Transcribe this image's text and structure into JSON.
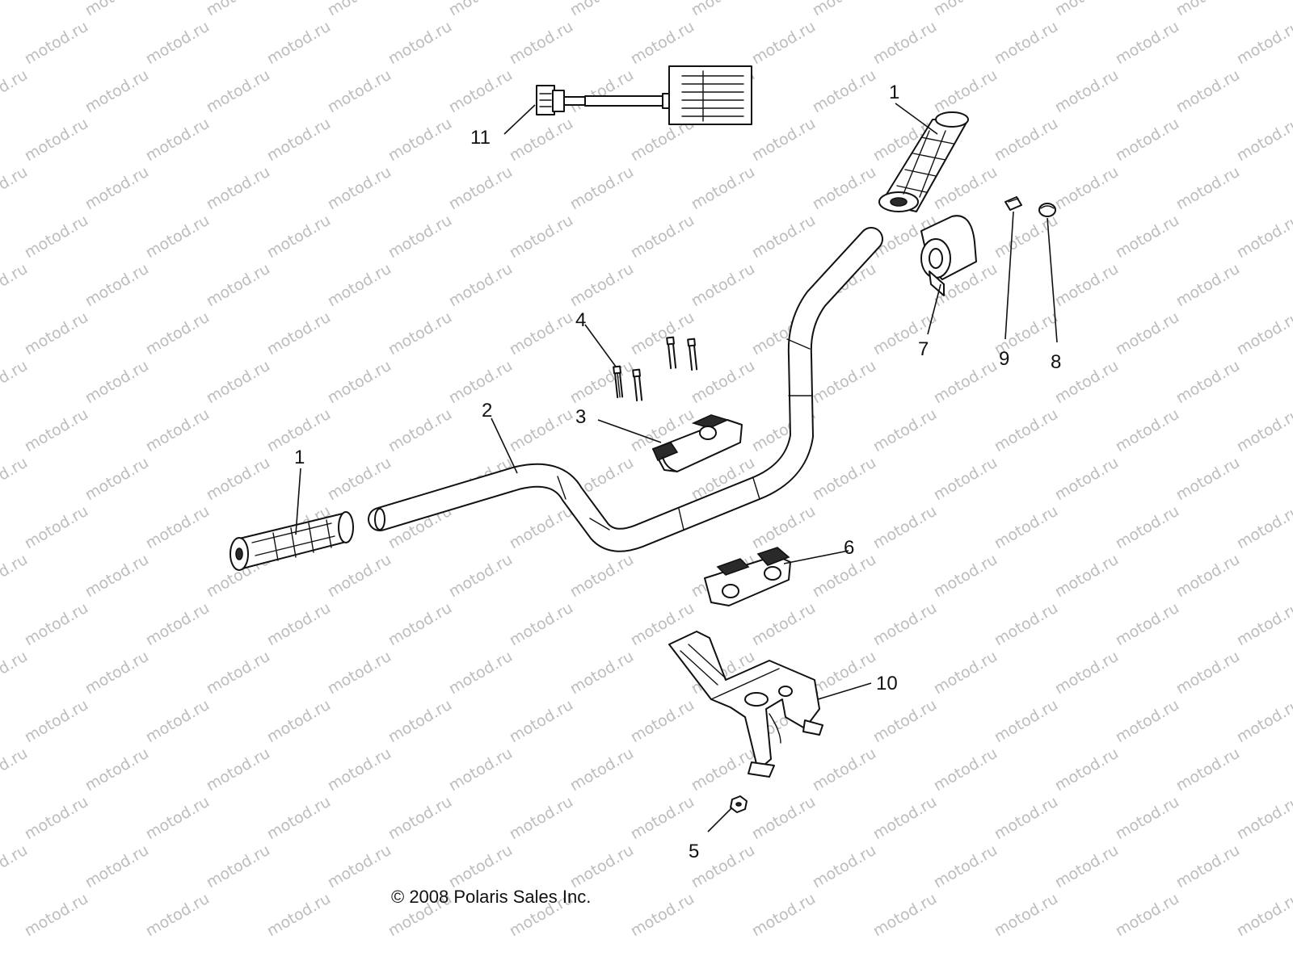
{
  "watermark": "motod.ru",
  "copyright": "© 2008 Polaris Sales Inc.",
  "callouts": {
    "grip_left": "1",
    "grip_right": "1",
    "handlebar": "2",
    "upper_clamp": "3",
    "bolts": "4",
    "nut": "5",
    "lower_clamp": "6",
    "pad": "7",
    "plug": "8",
    "insert": "9",
    "bracket": "10",
    "heater_harness": "11"
  }
}
